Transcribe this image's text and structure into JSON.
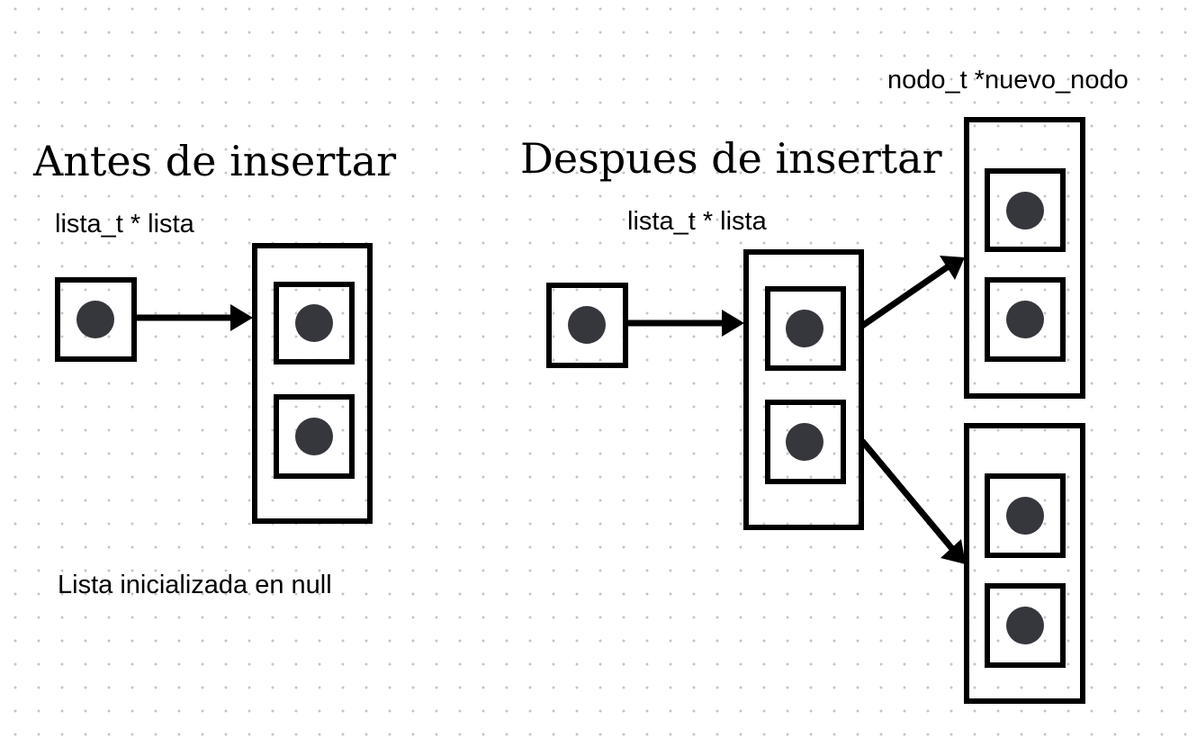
{
  "before": {
    "title": "Antes de insertar",
    "pointer_label": "lista_t * lista",
    "caption": "Lista inicializada en null"
  },
  "after": {
    "title": "Despues de insertar",
    "pointer_label": "lista_t * lista",
    "new_node_label": "nodo_t *nuevo_nodo"
  },
  "colors": {
    "stroke": "#000000",
    "dot": "#36363d",
    "background": "#ffffff",
    "grid_dot": "#c4c4c4"
  }
}
